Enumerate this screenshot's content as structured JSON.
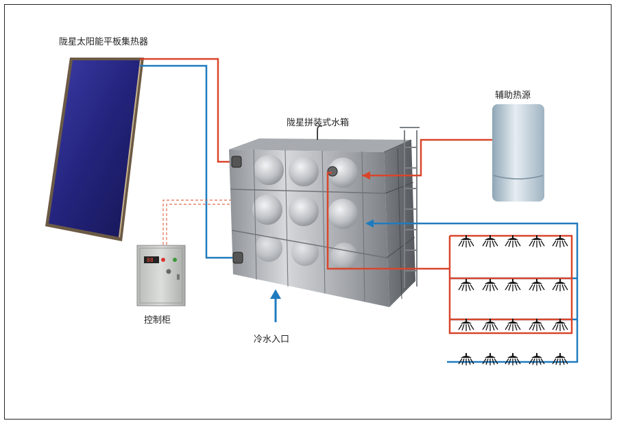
{
  "labels": {
    "collector": "陇星太阳能平板集热器",
    "tank": "陇星拼装式水箱",
    "aux_heat": "辅助热源",
    "control_cabinet": "控制柜",
    "cold_inlet": "冷水入口"
  },
  "control_cabinet": {
    "display": "88"
  },
  "colors": {
    "hot_pipe": "#d9452b",
    "cold_pipe": "#1f7bbf",
    "collector_panel": "#2a2a88",
    "tank_steel": "#b9bcc0"
  },
  "icons": [
    "shower-head-icon",
    "pipe-fitting-icon",
    "up-arrow-icon"
  ]
}
